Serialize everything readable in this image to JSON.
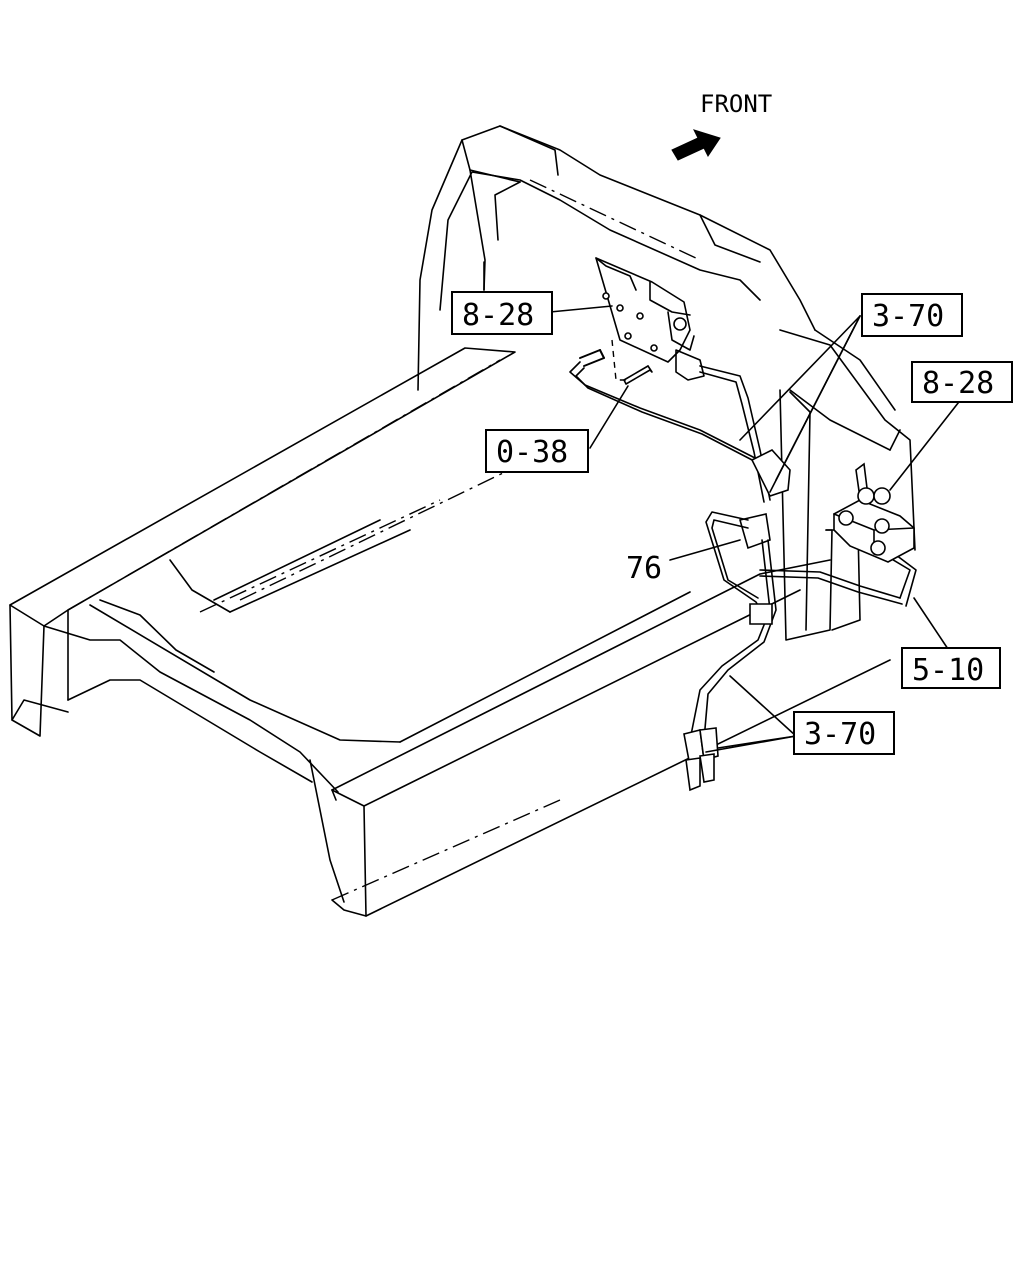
{
  "direction_label": "FRONT",
  "callouts": {
    "c1": "8-28",
    "c2": "3-70",
    "c3": "8-28",
    "c4": "0-38",
    "c5": "76",
    "c6": "5-10",
    "c7": "3-70"
  }
}
